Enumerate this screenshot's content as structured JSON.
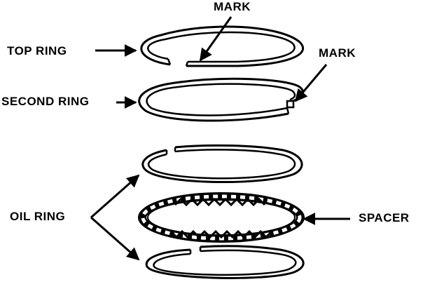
{
  "labels": {
    "mark_top": "MARK",
    "top_ring": "TOP RING",
    "mark_second": "MARK",
    "second_ring": "SECOND RING",
    "oil_ring": "OIL RING",
    "spacer": "SPACER"
  },
  "colors": {
    "ink": "#000000",
    "paper": "#ffffff"
  }
}
